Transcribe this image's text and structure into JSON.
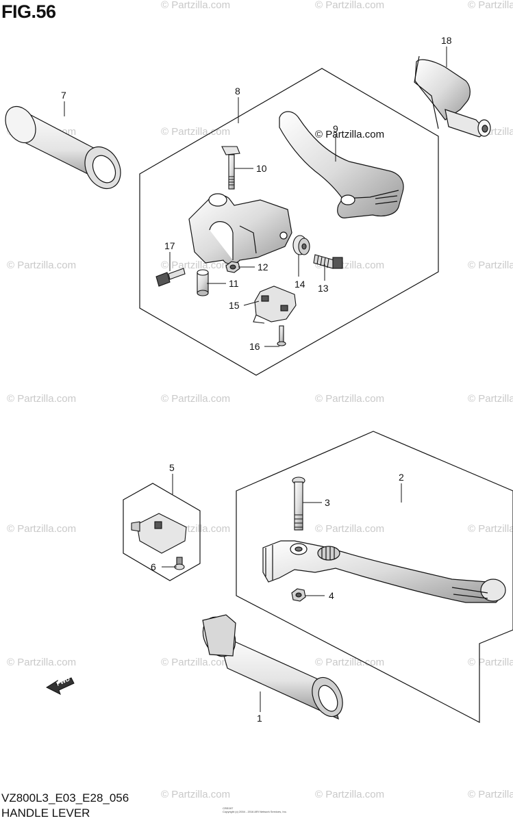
{
  "figure": {
    "title": "FIG.56",
    "model_code": "VZ800L3_E03_E28_056",
    "name": "HANDLE LEVER",
    "small_print_1": "CRE09T",
    "small_print_2": "Copyright (c) 2004 - 2016 ARI Network Services, Inc."
  },
  "watermark": "© Partzilla.com",
  "parts": {
    "p1": "1",
    "p2": "2",
    "p3": "3",
    "p4": "4",
    "p5": "5",
    "p6": "6",
    "p7": "7",
    "p8": "8",
    "p9": "9",
    "p10": "10",
    "p11": "11",
    "p12": "12",
    "p13": "13",
    "p14": "14",
    "p15": "15",
    "p16": "16",
    "p17": "17",
    "p18": "18"
  },
  "fwd_label": "FWD"
}
